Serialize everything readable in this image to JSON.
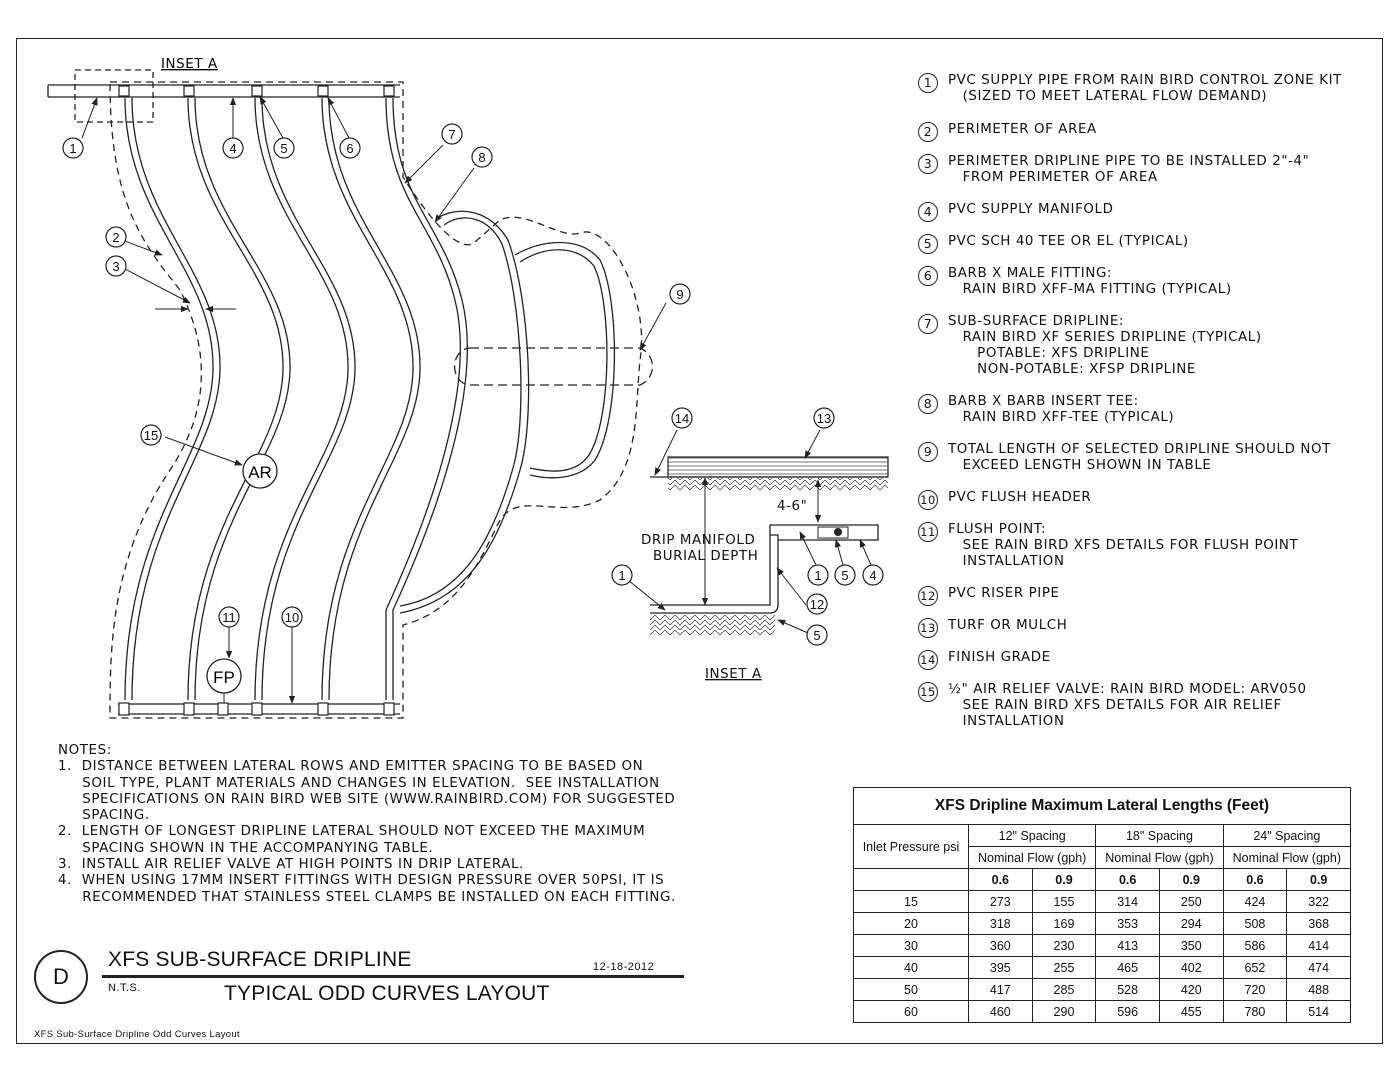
{
  "drawing": {
    "inset_label": "INSET A",
    "inset_label_bottom": "INSET A",
    "drip_manifold_label": [
      "DRIP MANIFOLD",
      "BURIAL DEPTH"
    ],
    "depth_label": "4-6\"",
    "air_relief_symbol": "AR",
    "flush_point_symbol": "FP",
    "callouts_main": [
      "1",
      "2",
      "3",
      "4",
      "5",
      "6",
      "7",
      "8",
      "9",
      "10",
      "11",
      "15"
    ],
    "callouts_inset": [
      "1",
      "5",
      "4",
      "12",
      "13",
      "14",
      "5"
    ]
  },
  "legend": [
    {
      "num": "1",
      "lines": [
        "PVC SUPPLY PIPE FROM RAIN BIRD CONTROL ZONE KIT",
        "   (SIZED TO MEET LATERAL FLOW DEMAND)"
      ]
    },
    {
      "num": "2",
      "lines": [
        "PERIMETER OF AREA"
      ]
    },
    {
      "num": "3",
      "lines": [
        "PERIMETER DRIPLINE PIPE TO BE INSTALLED 2\"-4\"",
        "   FROM PERIMETER OF AREA"
      ]
    },
    {
      "num": "4",
      "lines": [
        "PVC SUPPLY MANIFOLD"
      ]
    },
    {
      "num": "5",
      "lines": [
        "PVC SCH 40 TEE OR EL (TYPICAL)"
      ]
    },
    {
      "num": "6",
      "lines": [
        "BARB X MALE FITTING:",
        "   RAIN BIRD XFF-MA FITTING (TYPICAL)"
      ]
    },
    {
      "num": "7",
      "lines": [
        "SUB-SURFACE DRIPLINE:",
        "   RAIN BIRD XF SERIES DRIPLINE (TYPICAL)",
        "      POTABLE: XFS DRIPLINE",
        "      NON-POTABLE: XFSP DRIPLINE"
      ]
    },
    {
      "num": "8",
      "lines": [
        "BARB X BARB INSERT TEE:",
        "   RAIN BIRD XFF-TEE (TYPICAL)"
      ]
    },
    {
      "num": "9",
      "lines": [
        "TOTAL LENGTH OF SELECTED DRIPLINE SHOULD NOT",
        "   EXCEED LENGTH SHOWN IN TABLE"
      ]
    },
    {
      "num": "10",
      "lines": [
        "PVC FLUSH HEADER"
      ]
    },
    {
      "num": "11",
      "lines": [
        "FLUSH POINT:",
        "   SEE RAIN BIRD XFS DETAILS FOR FLUSH POINT",
        "   INSTALLATION"
      ]
    },
    {
      "num": "12",
      "lines": [
        "PVC RISER PIPE"
      ]
    },
    {
      "num": "13",
      "lines": [
        "TURF OR MULCH"
      ]
    },
    {
      "num": "14",
      "lines": [
        "FINISH GRADE"
      ]
    },
    {
      "num": "15",
      "lines": [
        "½\" AIR RELIEF VALVE: RAIN BIRD MODEL: ARV050",
        "   SEE RAIN BIRD XFS DETAILS FOR AIR RELIEF",
        "   INSTALLATION"
      ]
    }
  ],
  "notes": {
    "heading": "NOTES:",
    "lines": [
      "1.  DISTANCE BETWEEN LATERAL ROWS AND EMITTER SPACING TO BE BASED ON",
      "     SOIL TYPE, PLANT MATERIALS AND CHANGES IN ELEVATION.  SEE INSTALLATION",
      "     SPECIFICATIONS ON RAIN BIRD WEB SITE (WWW.RAINBIRD.COM) FOR SUGGESTED",
      "     SPACING.",
      "2.  LENGTH OF LONGEST DRIPLINE LATERAL SHOULD NOT EXCEED THE MAXIMUM",
      "     SPACING SHOWN IN THE ACCOMPANYING TABLE.",
      "3.  INSTALL AIR RELIEF VALVE AT HIGH POINTS IN DRIP LATERAL.",
      "4.  WHEN USING 17MM INSERT FITTINGS WITH DESIGN PRESSURE OVER 50PSI, IT IS",
      "     RECOMMENDED THAT STAINLESS STEEL CLAMPS BE INSTALLED ON EACH FITTING."
    ]
  },
  "table": {
    "title": "XFS Dripline Maximum Lateral Lengths (Feet)",
    "row_header": "Inlet Pressure psi",
    "spacings": [
      "12\" Spacing",
      "18\" Spacing",
      "24\" Spacing"
    ],
    "flow_label": "Nominal Flow (gph)",
    "flows": [
      "0.6",
      "0.9"
    ],
    "rows": [
      [
        "15",
        "273",
        "155",
        "314",
        "250",
        "424",
        "322"
      ],
      [
        "20",
        "318",
        "169",
        "353",
        "294",
        "508",
        "368"
      ],
      [
        "30",
        "360",
        "230",
        "413",
        "350",
        "586",
        "414"
      ],
      [
        "40",
        "395",
        "255",
        "465",
        "402",
        "652",
        "474"
      ],
      [
        "50",
        "417",
        "285",
        "528",
        "420",
        "720",
        "488"
      ],
      [
        "60",
        "460",
        "290",
        "596",
        "455",
        "780",
        "514"
      ]
    ]
  },
  "title_block": {
    "detail_letter": "D",
    "title": "XFS SUB-SURFACE DRIPLINE",
    "date": "12-18-2012",
    "scale": "N.T.S.",
    "subtitle": "TYPICAL ODD CURVES LAYOUT"
  },
  "footer": "XFS Sub-Surface Dripline Odd Curves Layout"
}
